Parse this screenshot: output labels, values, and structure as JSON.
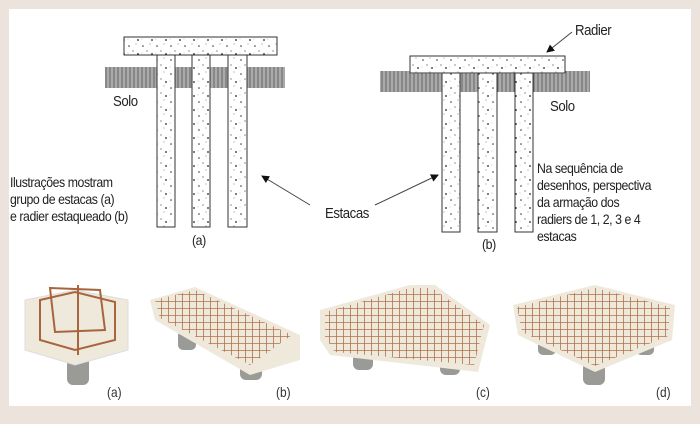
{
  "labels": {
    "solo": "Solo",
    "estacas": "Estacas",
    "radier": "Radier",
    "fig_a": "(a)",
    "fig_b": "(b)"
  },
  "captions": {
    "left": [
      "Ilustrações mostram",
      "grupo de estacas (a)",
      "e radier estaqueado (b)"
    ],
    "right": [
      "Na sequência de",
      "desenhos, perspectiva",
      "da armação dos",
      "radiers de 1, 2, 3 e 4",
      "estacas"
    ]
  },
  "perspectives": [
    "(a)",
    "(b)",
    "(c)",
    "(d)"
  ],
  "colors": {
    "frame": "#ebe3dc",
    "rebar": "#a8643c",
    "concrete": "#efe9dc",
    "pile": "#9a9a96"
  }
}
